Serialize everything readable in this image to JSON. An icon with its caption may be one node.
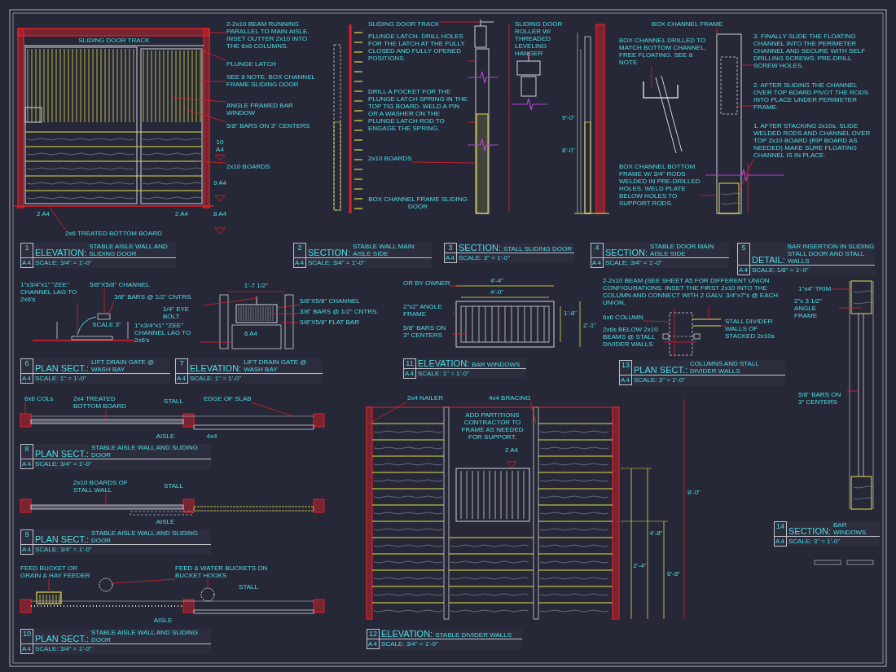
{
  "diagram": {
    "nodes": [
      {
        "text": [
          "2-2x10 BEAM RUNNING PARALLEL TO MAIN AISLE. INSET OUTTER 2x10 INTO THE 6x6 COLUMNS."
        ]
      },
      {
        "text": [
          "PLUNGE LATCH"
        ]
      },
      {
        "text": [
          "SEE 8 NOTE. BOX CHANNEL FRAME SLIDING DOOR"
        ]
      },
      {
        "text": [
          "ANGLE FRAMED BAR WINDOW"
        ]
      },
      {
        "text": [
          "5/8\" BARS ON 3\" CENTERS"
        ]
      },
      {
        "text": [
          "2x10 BOARDS"
        ]
      },
      {
        "text": [
          "2x6 TREATED BOTTOM BOARD"
        ]
      },
      {
        "text": [
          "SLIDING DOOR TRACK"
        ]
      },
      {
        "text": [
          "PLUNGE LATCH. DRILL HOLES FOR THE LATCH AT THE FULLY CLOSED AND FULLY OPENED POSITIONS."
        ]
      },
      {
        "text": [
          "SLIDING DOOR ROLLER W/ THREADED LEVELING HANGER"
        ]
      },
      {
        "text": [
          "DRILL A POCKET FOR THE PLUNGE LATCH SPRING IN THE TOP TIG BOARD. WELD A PIN OR A WASHER ON THE PLUNGE LATCH ROD TO ENGAGE THE SPRING."
        ]
      },
      {
        "text": [
          "2x10 BOARDS"
        ]
      },
      {
        "text": [
          "BOX CHANNEL FRAME"
        ]
      },
      {
        "text": [
          "BOX CHANNEL DRILLED TO MATCH BOTTOM CHANNEL, FREE FLOATING. SEE 8 NOTE"
        ]
      },
      {
        "text": [
          "3. FINALLY SLIDE THE FLOATING CHANNEL INTO THE PERIMETER CHANNEL AND SECURE WITH SELF DRILLING SCREWS. PRE-DRILL SCREW HOLES."
        ]
      },
      {
        "text": [
          "2. AFTER SLIDING THE CHANNEL OVER TOP BOARD PIVOT THE RODS INTO PLACE UNDER PERIMETER FRAME."
        ]
      },
      {
        "text": [
          "BOX CHANNEL BOTTOM FRAME W/ 3/4\" RODS WELDED IN PRE-DRILLED HOLES. WELD PLATE BELOW HOLES TO SUPPORT RODS."
        ]
      },
      {
        "text": [
          "1. AFTER STACKING 2x10s, SLIDE WELDED RODS AND CHANNEL OVER TOP 2x10 BOARD (RIP BOARD AS NEEDED) MAKE SURE FLOATING CHANNEL IS IN PLACE."
        ]
      },
      {
        "text": [
          "1",
          "A4",
          "ELEVATION:",
          "STABLE AISLE WALL AND SLIDING DOOR",
          "SCALE: 3/4\" = 1'-0\""
        ]
      },
      {
        "text": [
          "2",
          "A4",
          "SECTION:",
          "STABLE WALL MAIN AISLE SIDE",
          "SCALE: 3/4\" = 1'-0\""
        ]
      },
      {
        "text": [
          "3",
          "A4",
          "SECTION:",
          "STALL SLIDING DOOR",
          "SCALE: 3\" = 1'-0\""
        ]
      },
      {
        "text": [
          "4",
          "A4",
          "SECTION:",
          "STABLE DOOR MAIN AISLE SIDE",
          "SCALE: 3/4\" = 1'-0\""
        ]
      },
      {
        "text": [
          "5",
          "A4",
          "DETAIL:",
          "BAR INSERTION IN SLIDING STALL DOOR AND STALL WALLS",
          "SCALE: 1/8\" = 1'-0\""
        ]
      },
      {
        "text": [
          "1\"x3/4\"x1\" \"ZEE\" CHANNEL LAG TO 2x6's"
        ]
      },
      {
        "text": [
          "5/8\"X5/8\" CHANNEL"
        ]
      },
      {
        "text": [
          "3/8\" BARS @ 1/2\" CNTRS."
        ]
      },
      {
        "text": [
          "1/4\" EYE BOLT"
        ]
      },
      {
        "text": [
          "5/8\"X5/8\" CHANNEL"
        ]
      },
      {
        "text": [
          "3/8\" BARS @ 1/2\" CNTRS."
        ]
      },
      {
        "text": [
          "3/8\"X5/8\" FLAT BAR"
        ]
      },
      {
        "text": [
          "1\"x3/4\"x1\" \"ZEE\" CHANNEL LAG TO 2x6's"
        ]
      },
      {
        "text": [
          "OR BY OWNER"
        ]
      },
      {
        "text": [
          "2\"x2\" ANGLE FRAME"
        ]
      },
      {
        "text": [
          "5/8\" BARS ON 3\" CENTERS"
        ]
      },
      {
        "text": [
          "2-2x10 BEAM (SEE SHEET A5 FOR DIFFERENT UNION CONFIGURATIONS. INSET THE FIRST 2x10 INTO THE COLUMN AND CONNECT WITH 2 GALV. 3/4\"x7\"s @ EACH UNION."
        ]
      },
      {
        "text": [
          "6x6 COLUMN"
        ]
      },
      {
        "text": [
          "2x6s BELOW 2x10 BEAMS @ STALL DIVIDER WALLS"
        ]
      },
      {
        "text": [
          "STALL DIVIDER WALLS OF STACKED 2x10s"
        ]
      },
      {
        "text": [
          "1\"x4\" TRIM"
        ]
      },
      {
        "text": [
          "2\"x 3 1/2\" ANGLE FRAME"
        ]
      },
      {
        "text": [
          "5/8\" BARS ON 3\" CENTERS"
        ]
      },
      {
        "text": [
          "6",
          "A4",
          "PLAN SECT.:",
          "LIFT DRAIN GATE @ WASH BAY",
          "SCALE: 1\" = 1'-0\""
        ]
      },
      {
        "text": [
          "7",
          "A4",
          "ELEVATION:",
          "LIFT DRAIN GATE @ WASH BAY",
          "SCALE: 1\" = 1'-0\""
        ]
      },
      {
        "text": [
          "11",
          "A4",
          "ELEVATION:",
          "BAR WINDOWS",
          "SCALE: 1\" = 1'-0\""
        ]
      },
      {
        "text": [
          "13",
          "A4",
          "PLAN SECT.:",
          "COLUMNS AND STALL DIVIDER WALLS",
          "SCALE: 3\" = 1'-0\""
        ]
      },
      {
        "text": [
          "6x6 COLs"
        ]
      },
      {
        "text": [
          "2x4 TREATED BOTTOM BOARD"
        ]
      },
      {
        "text": [
          "EDGE OF SLAB"
        ]
      },
      {
        "text": [
          "8",
          "A4",
          "PLAN SECT.:",
          "STABLE AISLE WALL AND SLIDING DOOR",
          "SCALE: 3/4\" = 1'-0\""
        ]
      },
      {
        "text": [
          "2x10 BOARDS OF STALL WALL"
        ]
      },
      {
        "text": [
          "9",
          "A4",
          "PLAN SECT.:",
          "STABLE AISLE WALL AND SLIDING DOOR",
          "SCALE: 3/4\" = 1'-0\""
        ]
      },
      {
        "text": [
          "2x4 NAILER"
        ]
      },
      {
        "text": [
          "4x4 BRACING"
        ]
      },
      {
        "text": [
          "FEED BUCKET OR GRAIN & HAY FEEDER"
        ]
      },
      {
        "text": [
          "FEED & WATER BUCKETS ON BUCKET HOOKS"
        ]
      },
      {
        "text": [
          "14",
          "A4",
          "SECTION:",
          "BAR WINDOWS",
          "SCALE: 3\" = 1'-0\""
        ]
      },
      {
        "text": [
          "10",
          "A4",
          "PLAN SECT.:",
          "STABLE AISLE WALL AND SLIDING DOOR",
          "SCALE: 3/4\" = 1'-0\""
        ]
      },
      {
        "text": [
          "12",
          "A4",
          "ELEVATION:",
          "STABLE DIVIDER WALLS",
          "SCALE: 3/4\" = 1'-0\""
        ]
      },
      {
        "text": [],
        "shape": "picture"
      },
      {
        "text": [],
        "shape": "picture"
      },
      {
        "text": [],
        "shape": "picture"
      },
      {
        "text": [],
        "shape": "picture"
      },
      {
        "text": [],
        "shape": "picture"
      },
      {
        "text": [],
        "shape": "picture"
      },
      {
        "text": [],
        "shape": "picture"
      },
      {
        "text": [],
        "shape": "picture"
      },
      {
        "text": [],
        "shape": "picture"
      },
      {
        "text": [],
        "shape": "picture"
      },
      {
        "text": [],
        "shape": "picture"
      },
      {
        "text": [],
        "shape": "picture"
      }
    ],
    "edges": [
      {
        "from": 0,
        "to": 58,
        "arrow": "none"
      },
      {
        "from": 1,
        "to": 58,
        "arrow": "none"
      },
      {
        "from": 2,
        "to": 58,
        "arrow": "none"
      },
      {
        "from": 3,
        "to": 58,
        "arrow": "none"
      },
      {
        "from": 4,
        "to": 58,
        "arrow": "none"
      },
      {
        "from": 5,
        "to": 58,
        "arrow": "none"
      },
      {
        "from": 6,
        "to": 58,
        "arrow": "none"
      },
      {
        "from": 7,
        "to": 59,
        "arrow": "none"
      },
      {
        "from": 8,
        "to": 59,
        "arrow": "none"
      },
      {
        "from": 9,
        "to": 59,
        "arrow": "none"
      },
      {
        "from": 10,
        "to": 59,
        "arrow": "none"
      },
      {
        "from": 11,
        "to": 59,
        "arrow": "none"
      },
      {
        "from": 12,
        "to": 60,
        "arrow": "none"
      },
      {
        "from": 13,
        "to": 60,
        "arrow": "none"
      },
      {
        "from": 14,
        "to": 60,
        "arrow": "none"
      },
      {
        "from": 15,
        "to": 60,
        "arrow": "none"
      },
      {
        "from": 16,
        "to": 60,
        "arrow": "none"
      },
      {
        "from": 17,
        "to": 60,
        "arrow": "none"
      },
      {
        "from": 23,
        "to": 61,
        "arrow": "none"
      },
      {
        "from": 24,
        "to": 61,
        "arrow": "none"
      },
      {
        "from": 25,
        "to": 61,
        "arrow": "none"
      },
      {
        "from": 26,
        "to": 62,
        "arrow": "none"
      },
      {
        "from": 27,
        "to": 62,
        "arrow": "none"
      },
      {
        "from": 28,
        "to": 62,
        "arrow": "none"
      },
      {
        "from": 29,
        "to": 62,
        "arrow": "none"
      },
      {
        "from": 30,
        "to": 62,
        "arrow": "none"
      },
      {
        "from": 31,
        "to": 63,
        "arrow": "none"
      },
      {
        "from": 32,
        "to": 63,
        "arrow": "none"
      },
      {
        "from": 33,
        "to": 63,
        "arrow": "none"
      },
      {
        "from": 34,
        "to": 64,
        "arrow": "none"
      },
      {
        "from": 35,
        "to": 64,
        "arrow": "none"
      },
      {
        "from": 36,
        "to": 64,
        "arrow": "none"
      },
      {
        "from": 37,
        "to": 64,
        "arrow": "none"
      },
      {
        "from": 38,
        "to": 65,
        "arrow": "none"
      },
      {
        "from": 39,
        "to": 65,
        "arrow": "none"
      },
      {
        "from": 40,
        "to": 65,
        "arrow": "none"
      },
      {
        "from": 45,
        "to": 66,
        "arrow": "none"
      },
      {
        "from": 46,
        "to": 66,
        "arrow": "none"
      },
      {
        "from": 47,
        "to": 66,
        "arrow": "none"
      },
      {
        "from": 49,
        "to": 67,
        "arrow": "none"
      },
      {
        "from": 51,
        "to": 68,
        "arrow": "none"
      },
      {
        "from": 52,
        "to": 68,
        "arrow": "none"
      },
      {
        "from": 53,
        "to": 69,
        "arrow": "none"
      },
      {
        "from": 54,
        "to": 69,
        "arrow": "none"
      },
      {
        "from": 54,
        "to": 69,
        "arrow": "none"
      }
    ],
    "labels": [
      "SLIDING DOOR TRACK",
      "10 A4",
      "9 A4",
      "8 A4",
      "2 A4",
      "2 A4",
      "BOX CHANNEL FRAME SLIDING DOOR",
      "9'-0\"",
      "8'-0\"",
      "SCALE 3\"",
      "1'-7 1/2\"",
      "6 A4",
      "STALL",
      "4x4",
      "AISLE",
      "STALL",
      "AISLE",
      "STALL",
      "AISLE",
      "4'-4\"",
      "4'-0\"",
      "1'-8\"",
      "2'-1\"",
      "ADD PARTITIONS CONTRACTOR TO FRAME AS NEEDED FOR SUPPORT.",
      "2 A4",
      "2'-4\"",
      "4'-8\"",
      "6'-8\"",
      "8'-0\""
    ]
  }
}
